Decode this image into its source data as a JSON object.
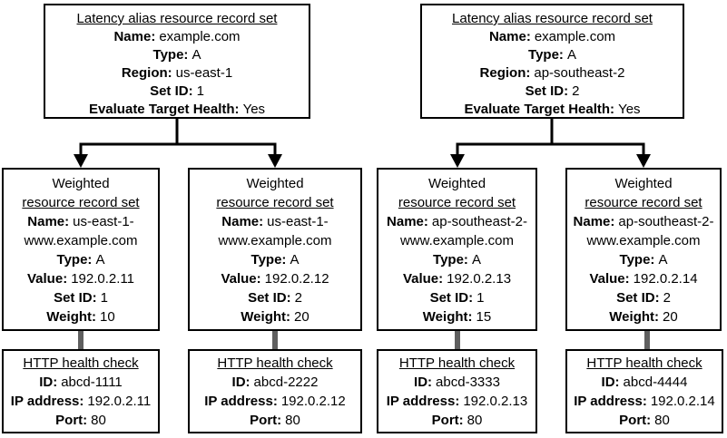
{
  "colors": {
    "background": "#ffffff",
    "box_border": "#000000",
    "text": "#000000",
    "arrow": "#000000",
    "health_connector": "#5f5f5f"
  },
  "groups": [
    {
      "latency": {
        "title": "Latency alias resource record set",
        "fields": [
          {
            "label": "Name:",
            "value": "example.com"
          },
          {
            "label": "Type:",
            "value": "A"
          },
          {
            "label": "Region:",
            "value": "us-east-1"
          },
          {
            "label": "Set ID:",
            "value": "1"
          },
          {
            "label": "Evaluate Target Health:",
            "value": "Yes"
          }
        ]
      },
      "columns": [
        {
          "weighted": {
            "title_line1": "Weighted",
            "title_line2": "resource record set",
            "name_label": "Name:",
            "name_line1": "us-east-1-",
            "name_line2": "www.example.com",
            "fields": [
              {
                "label": "Type:",
                "value": "A"
              },
              {
                "label": "Value:",
                "value": "192.0.2.11"
              },
              {
                "label": "Set ID:",
                "value": "1"
              },
              {
                "label": "Weight:",
                "value": "10"
              }
            ]
          },
          "health": {
            "title": "HTTP health check",
            "fields": [
              {
                "label": "ID:",
                "value": "abcd-1111"
              },
              {
                "label": "IP address:",
                "value": "192.0.2.11"
              },
              {
                "label": "Port:",
                "value": "80"
              }
            ]
          }
        },
        {
          "weighted": {
            "title_line1": "Weighted",
            "title_line2": "resource record set",
            "name_label": "Name:",
            "name_line1": "us-east-1-",
            "name_line2": "www.example.com",
            "fields": [
              {
                "label": "Type:",
                "value": "A"
              },
              {
                "label": "Value:",
                "value": "192.0.2.12"
              },
              {
                "label": "Set ID:",
                "value": "2"
              },
              {
                "label": "Weight:",
                "value": "20"
              }
            ]
          },
          "health": {
            "title": "HTTP health check",
            "fields": [
              {
                "label": "ID:",
                "value": "abcd-2222"
              },
              {
                "label": "IP address:",
                "value": "192.0.2.12"
              },
              {
                "label": "Port:",
                "value": "80"
              }
            ]
          }
        }
      ]
    },
    {
      "latency": {
        "title": "Latency alias resource record set",
        "fields": [
          {
            "label": "Name:",
            "value": "example.com"
          },
          {
            "label": "Type:",
            "value": "A"
          },
          {
            "label": "Region:",
            "value": "ap-southeast-2"
          },
          {
            "label": "Set ID:",
            "value": "2"
          },
          {
            "label": "Evaluate Target Health:",
            "value": "Yes"
          }
        ]
      },
      "columns": [
        {
          "weighted": {
            "title_line1": "Weighted",
            "title_line2": "resource record set",
            "name_label": "Name:",
            "name_line1": "ap-southeast-2-",
            "name_line2": "www.example.com",
            "fields": [
              {
                "label": "Type:",
                "value": "A"
              },
              {
                "label": "Value:",
                "value": "192.0.2.13"
              },
              {
                "label": "Set ID:",
                "value": "1"
              },
              {
                "label": "Weight:",
                "value": "15"
              }
            ]
          },
          "health": {
            "title": "HTTP health check",
            "fields": [
              {
                "label": "ID:",
                "value": "abcd-3333"
              },
              {
                "label": "IP address:",
                "value": "192.0.2.13"
              },
              {
                "label": "Port:",
                "value": "80"
              }
            ]
          }
        },
        {
          "weighted": {
            "title_line1": "Weighted",
            "title_line2": "resource record set",
            "name_label": "Name:",
            "name_line1": "ap-southeast-2-",
            "name_line2": "www.example.com",
            "fields": [
              {
                "label": "Type:",
                "value": "A"
              },
              {
                "label": "Value:",
                "value": "192.0.2.14"
              },
              {
                "label": "Set ID:",
                "value": "2"
              },
              {
                "label": "Weight:",
                "value": "20"
              }
            ]
          },
          "health": {
            "title": "HTTP health check",
            "fields": [
              {
                "label": "ID:",
                "value": "abcd-4444"
              },
              {
                "label": "IP address:",
                "value": "192.0.2.14"
              },
              {
                "label": "Port:",
                "value": "80"
              }
            ]
          }
        }
      ]
    }
  ]
}
